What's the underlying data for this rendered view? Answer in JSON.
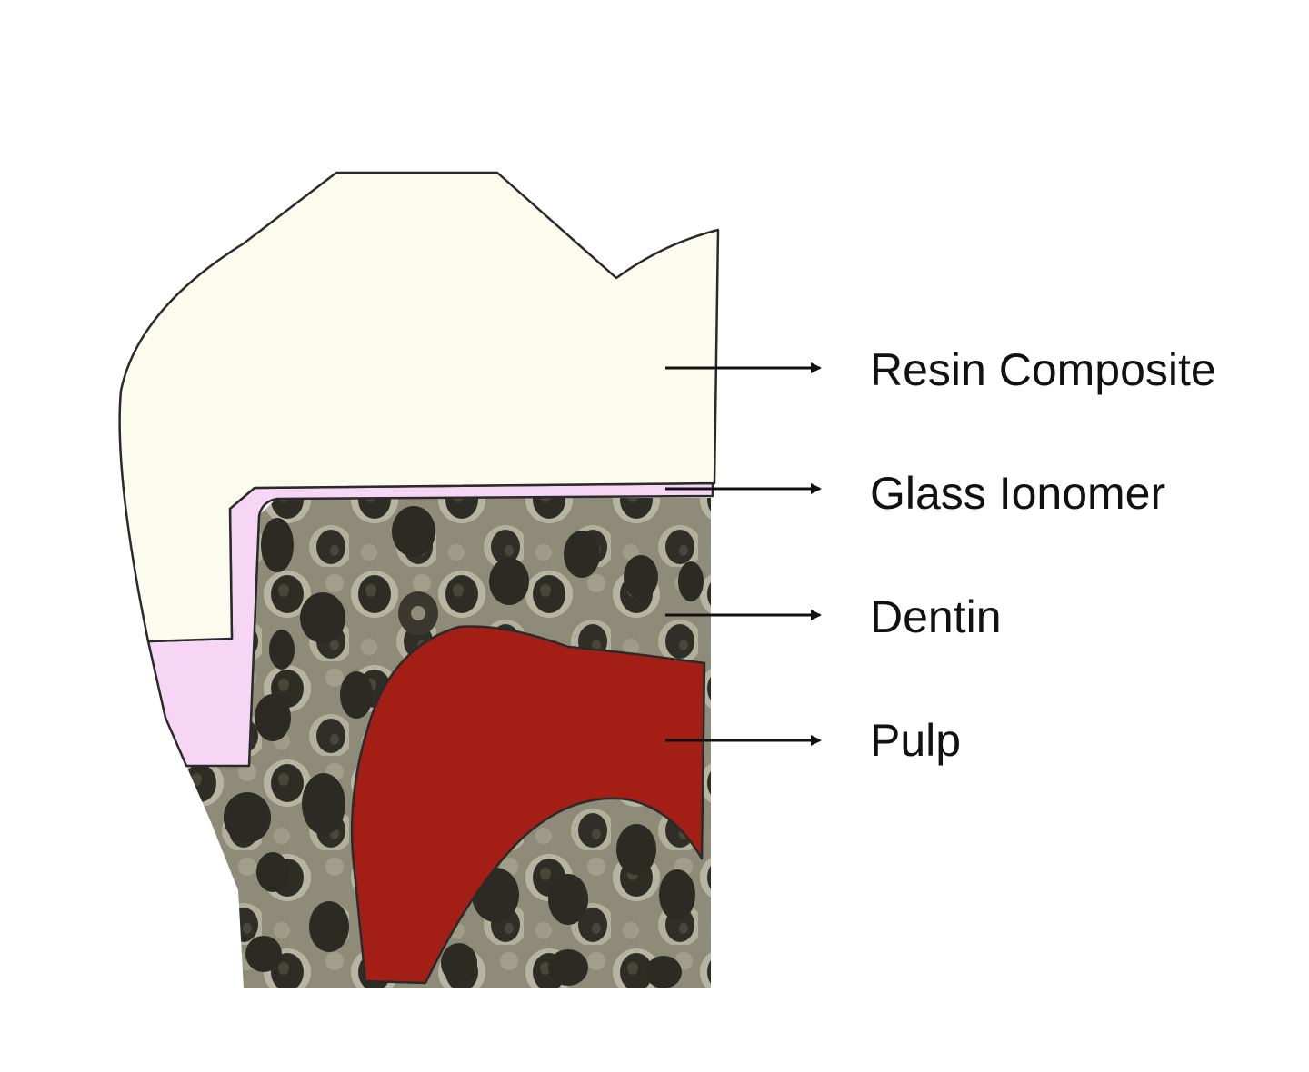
{
  "diagram": {
    "labels": [
      {
        "id": "resin",
        "text": "Resin Composite"
      },
      {
        "id": "glass",
        "text": "Glass Ionomer"
      },
      {
        "id": "dentin",
        "text": "Dentin"
      },
      {
        "id": "pulp",
        "text": "Pulp"
      }
    ]
  },
  "colors": {
    "resin_composite": "#fbfbee",
    "glass_ionomer": "#f7d5f5",
    "dentin_base": "#8d8a78",
    "dentin_tubule": "#2d2c24",
    "pulp": "#a31f15",
    "outline": "#2a2a2a",
    "text": "#111111"
  }
}
